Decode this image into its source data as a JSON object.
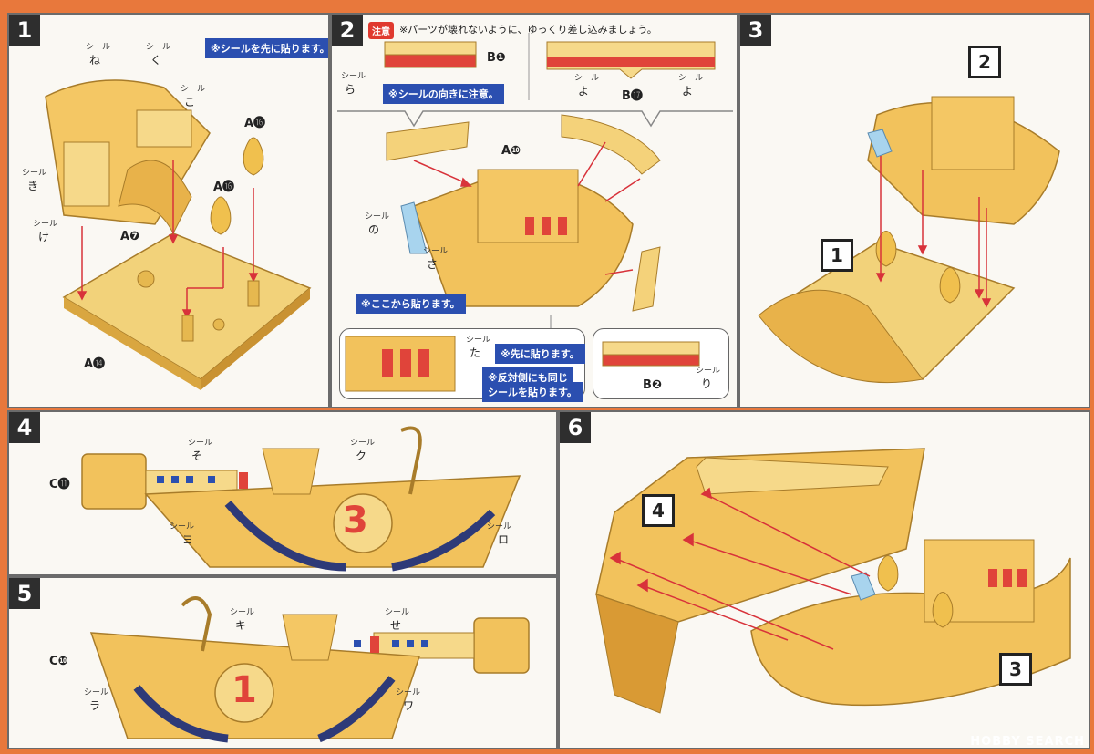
{
  "steps": {
    "s1": {
      "number": "1",
      "labels": {
        "seal": "シール"
      },
      "kana": {
        "ne": "ね",
        "ku": "く",
        "ko": "こ",
        "ki": "き",
        "ke": "け"
      },
      "parts": {
        "a7": "A❼",
        "a16a": "A⓰",
        "a16b": "A⓰",
        "a14": "A⓮"
      },
      "note": "※シールを先に貼ります。"
    },
    "s2": {
      "number": "2",
      "caution_tag": "注意",
      "caution": "※パーツが壊れないように、ゆっくり差し込みましょう。",
      "kana": {
        "ra": "ら",
        "yo1": "よ",
        "yo2": "よ",
        "no": "の",
        "sa": "さ",
        "ta": "た",
        "ri": "り"
      },
      "seal": "シール",
      "parts": {
        "b1": "B❶",
        "b17": "B⓱",
        "a10": "A❿",
        "b2": "B❷"
      },
      "notes": {
        "orient": "※シールの向きに注意。",
        "start": "※ここから貼ります。",
        "first": "※先に貼ります。",
        "opposite1": "※反対側にも同じ",
        "opposite2": "シールを貼ります。"
      }
    },
    "s3": {
      "number": "3",
      "sub1": "1",
      "sub2": "2"
    },
    "s4": {
      "number": "4",
      "seal": "シール",
      "kana": {
        "so": "そ",
        "KU": "ク",
        "YO": "ヨ",
        "RO": "ロ"
      },
      "part": "C⓫",
      "emblem": "3"
    },
    "s5": {
      "number": "5",
      "seal": "シール",
      "kana": {
        "KI": "キ",
        "se": "せ",
        "RA": "ラ",
        "WA": "ワ"
      },
      "part": "C❿",
      "emblem": "1"
    },
    "s6": {
      "number": "6",
      "sub4": "4",
      "sub3": "3"
    }
  },
  "colors": {
    "border": "#e8783c",
    "hull": "#f2c25c",
    "hullDark": "#d99a34",
    "deck": "#f6d98a",
    "red": "#e0443a",
    "navy": "#2e3a78",
    "blue": "#2b4fb0"
  },
  "watermark": "HOBBY SEARCH"
}
